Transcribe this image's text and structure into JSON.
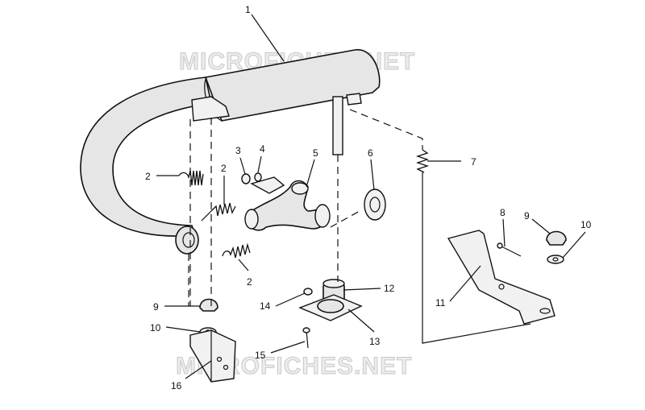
{
  "watermarks": [
    "MICROFICHES.NET",
    "MICROFICHES.NET"
  ],
  "callouts": {
    "c1": "1",
    "c2a": "2",
    "c2b": "2",
    "c2c": "2",
    "c3": "3",
    "c4": "4",
    "c5": "5",
    "c6": "6",
    "c7": "7",
    "c8": "8",
    "c9a": "9",
    "c9b": "9",
    "c10a": "10",
    "c10b": "10",
    "c11": "11",
    "c12": "12",
    "c13": "13",
    "c14": "14",
    "c15": "15",
    "c16": "16"
  }
}
